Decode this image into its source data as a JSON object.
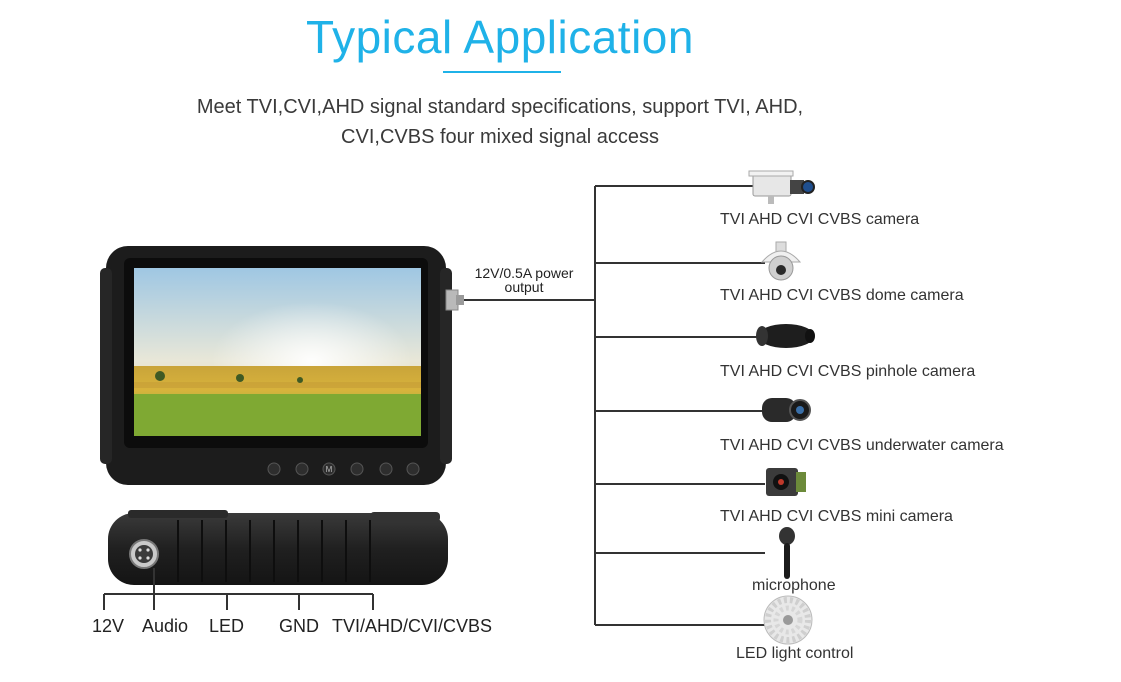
{
  "header": {
    "title": "Typical Application",
    "subtitle_line1": "Meet TVI,CVI,AHD signal standard specifications, support TVI, AHD,",
    "subtitle_line2": "CVI,CVBS four mixed signal access"
  },
  "power": {
    "line1": "12V/0.5A power",
    "line2": "output"
  },
  "devices": [
    {
      "label": "TVI AHD CVI CVBS  camera",
      "icon": "box-camera-icon"
    },
    {
      "label": "TVI AHD CVI CVBS  dome camera",
      "icon": "dome-camera-icon"
    },
    {
      "label": "TVI AHD CVI CVBS  pinhole camera",
      "icon": "pinhole-camera-icon"
    },
    {
      "label": "TVI AHD CVI CVBS  underwater camera",
      "icon": "underwater-camera-icon"
    },
    {
      "label": "TVI AHD CVI CVBS  mini camera",
      "icon": "mini-camera-icon"
    },
    {
      "label": "microphone",
      "icon": "microphone-icon"
    },
    {
      "label": "LED light control",
      "icon": "led-ring-icon"
    }
  ],
  "ports": [
    "12V",
    "Audio",
    "LED",
    "GND",
    "TVI/AHD/CVI/CVBS"
  ],
  "monitor": {
    "buttons": [
      "rewind-icon",
      "forward-icon",
      "menu-m-icon",
      "back-icon",
      "camera-icon",
      "power-icon"
    ],
    "button_menu_glyph": "M"
  },
  "colors": {
    "accent": "#1fb2e8",
    "line": "#333333",
    "device_body": "#1b1b1b"
  }
}
